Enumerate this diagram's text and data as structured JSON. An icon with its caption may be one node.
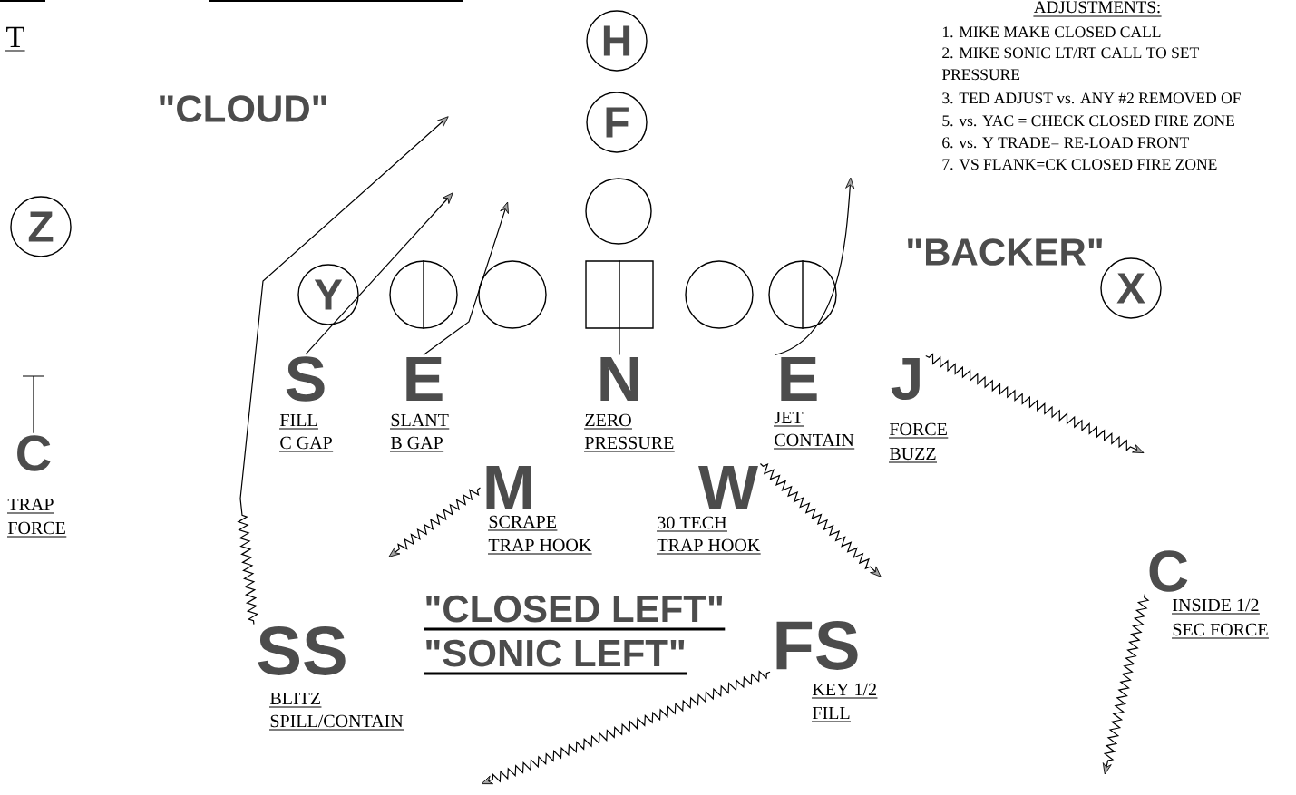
{
  "diagram": {
    "nodes": [
      {
        "text": [
          "H"
        ]
      },
      {
        "text": [
          "F"
        ]
      },
      {
        "text": [],
        "shape": "circle"
      },
      {
        "text": [
          "Z"
        ]
      },
      {
        "text": [
          "Y"
        ]
      },
      {
        "text": [],
        "shape": "circle"
      },
      {
        "text": [],
        "shape": "circle"
      },
      {
        "text": [],
        "shape": "box"
      },
      {
        "text": [],
        "shape": "circle"
      },
      {
        "text": [],
        "shape": "circle"
      },
      {
        "text": [
          "X"
        ]
      },
      {
        "text": [
          "S"
        ],
        "beside": [
          "FILL",
          "C GAP"
        ]
      },
      {
        "text": [
          "E"
        ],
        "beside": [
          "SLANT",
          "B GAP"
        ]
      },
      {
        "text": [
          "N"
        ],
        "beside": [
          "ZERO",
          "PRESSURE"
        ]
      },
      {
        "text": [
          "E"
        ],
        "beside": [
          "JET",
          "CONTAIN"
        ]
      },
      {
        "text": [
          "J"
        ],
        "beside": [
          "FORCE",
          "BUZZ"
        ]
      },
      {
        "text": [
          "M"
        ],
        "beside": [
          "SCRAPE",
          "TRAP HOOK"
        ]
      },
      {
        "text": [
          "W"
        ],
        "beside": [
          "30 TECH",
          "TRAP HOOK"
        ]
      },
      {
        "text": [
          "SS"
        ],
        "beside": [
          "BLITZ",
          "SPILL/CONTAIN"
        ]
      },
      {
        "text": [
          "FS"
        ],
        "beside": [
          "KEY 1/2",
          "FILL"
        ]
      },
      {
        "text": [
          "C"
        ],
        "beside": [
          "INSIDE 1/2",
          "SEC FORCE"
        ]
      },
      {
        "text": [
          "C"
        ],
        "beside": [
          "TRAP",
          "FORCE"
        ]
      }
    ],
    "edges": [
      {
        "from": 7,
        "to": 13,
        "arrow": "none"
      },
      {
        "from": 11,
        "to": null,
        "arrow": "to"
      },
      {
        "from": 12,
        "to": null,
        "arrow": "to"
      },
      {
        "from": 14,
        "to": null,
        "arrow": "to"
      },
      {
        "from": 18,
        "to": null,
        "arrow": "to"
      },
      {
        "from": 15,
        "to": null,
        "arrow": "to"
      },
      {
        "from": 16,
        "to": null,
        "arrow": "to"
      },
      {
        "from": 17,
        "to": null,
        "arrow": "to"
      },
      {
        "from": 19,
        "to": null,
        "arrow": "to"
      },
      {
        "from": 20,
        "to": null,
        "arrow": "to"
      },
      {
        "from": 21,
        "to": null,
        "arrow": "none"
      }
    ],
    "labels": [
      "T",
      "\"CLOUD\"",
      "ADJUSTMENTS:",
      "1. MIKE MAKE CLOSED CALL",
      "2. MIKE SONIC LT/RT CALL TO SET PRESSURE",
      "3. TED ADJUST vs. ANY #2 REMOVED OF",
      "5. vs. YAC = CHECK CLOSED FIRE ZONE",
      "6. vs. Y TRADE= RE-LOAD FRONT",
      "7. VS FLANK=CK CLOSED FIRE ZONE",
      "\"BACKER\"",
      "\"CLOSED LEFT\"",
      "\"SONIC LEFT\""
    ]
  }
}
